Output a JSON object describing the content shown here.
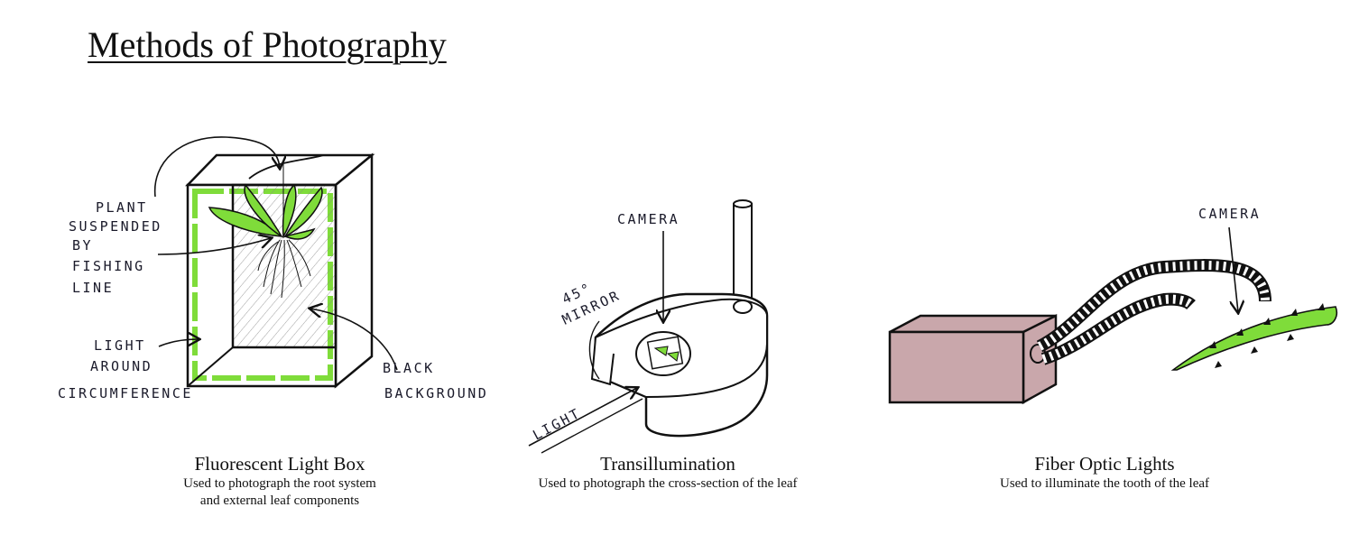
{
  "title": "Methods of Photography",
  "colors": {
    "leaf_green": "#7fdc3a",
    "box_fill": "#c9a7ab",
    "ink": "#111111"
  },
  "panels": [
    {
      "heading": "Fluorescent Light Box",
      "description": "Used to photograph the root system\nand external leaf components",
      "annotations": {
        "plant": [
          "PLANT",
          "SUSPENDED",
          "BY",
          "FISHING",
          "LINE"
        ],
        "light": [
          "LIGHT",
          "AROUND",
          "CIRCUMFERENCE"
        ],
        "background": [
          "BLACK",
          "BACKGROUND"
        ]
      }
    },
    {
      "heading": "Transillumination",
      "description": "Used to photograph the cross-section of the leaf",
      "annotations": {
        "camera": "CAMERA",
        "mirror": [
          "45°",
          "MIRROR"
        ],
        "light": "LIGHT"
      }
    },
    {
      "heading": "Fiber Optic Lights",
      "description": "Used to illuminate the tooth of the leaf",
      "annotations": {
        "camera": "CAMERA"
      }
    }
  ]
}
